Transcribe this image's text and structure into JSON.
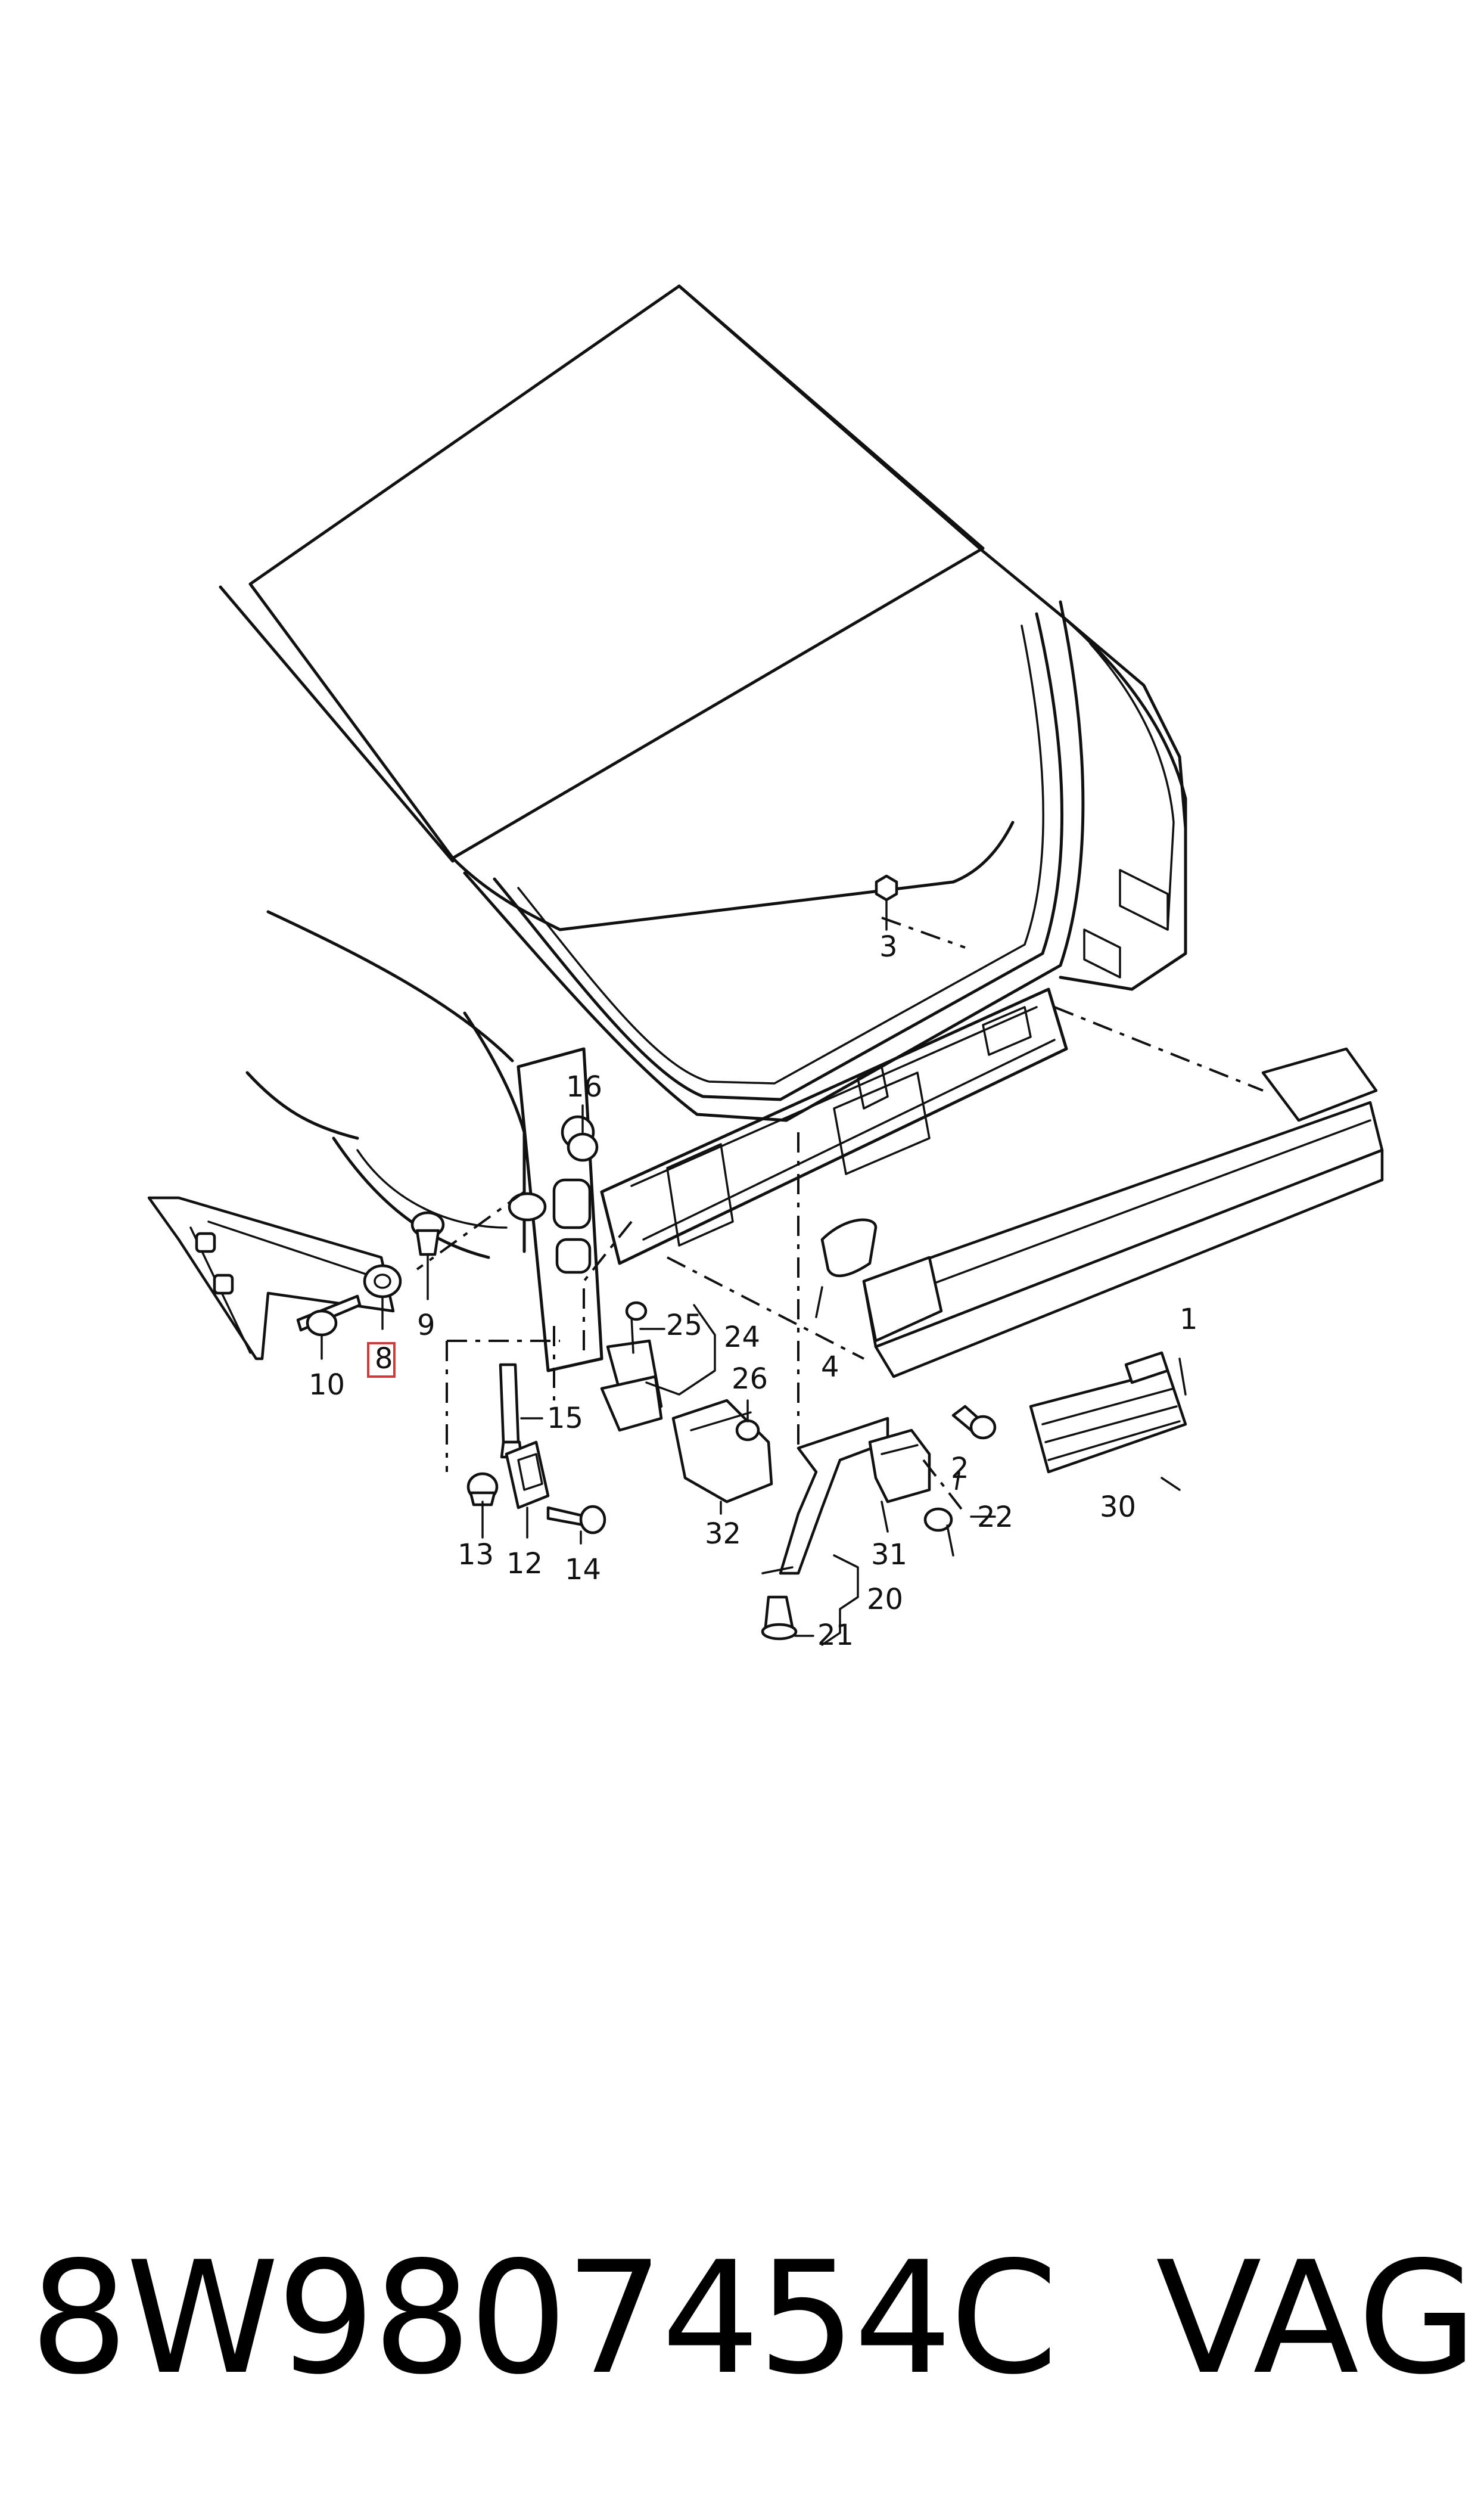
{
  "diagram": {
    "callouts": [
      {
        "id": "c1",
        "text": "1"
      },
      {
        "id": "c2",
        "text": "2"
      },
      {
        "id": "c3",
        "text": "3"
      },
      {
        "id": "c4",
        "text": "4"
      },
      {
        "id": "c8",
        "text": "8",
        "highlight": true
      },
      {
        "id": "c9",
        "text": "9"
      },
      {
        "id": "c10",
        "text": "10"
      },
      {
        "id": "c12",
        "text": "12"
      },
      {
        "id": "c13",
        "text": "13"
      },
      {
        "id": "c14",
        "text": "14"
      },
      {
        "id": "c15",
        "text": "15"
      },
      {
        "id": "c16",
        "text": "16"
      },
      {
        "id": "c20",
        "text": "20"
      },
      {
        "id": "c21",
        "text": "21"
      },
      {
        "id": "c22",
        "text": "22"
      },
      {
        "id": "c24",
        "text": "24"
      },
      {
        "id": "c25",
        "text": "25"
      },
      {
        "id": "c26",
        "text": "26"
      },
      {
        "id": "c30",
        "text": "30"
      },
      {
        "id": "c31",
        "text": "31"
      },
      {
        "id": "c32",
        "text": "32"
      }
    ],
    "highlight_color": "#d23a3a",
    "line_color": "#111111"
  },
  "footer": {
    "part_number": "8W9807454C",
    "brand": "VAG"
  }
}
